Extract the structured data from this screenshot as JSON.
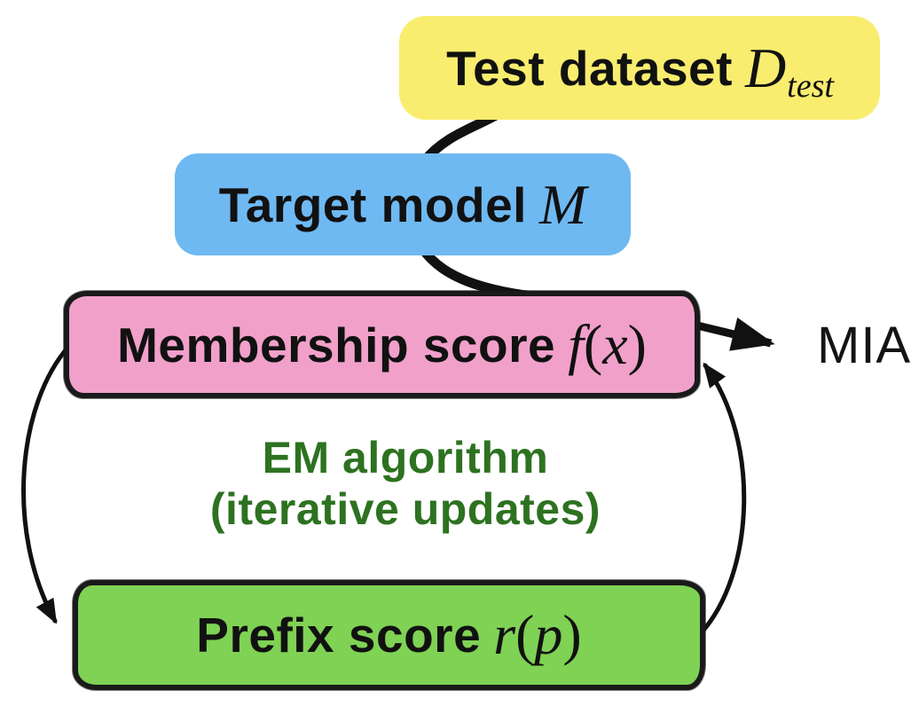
{
  "diagram": {
    "title_hint": "membership-inference pipeline diagram",
    "palette": {
      "background": "#ffffff",
      "test_dataset_fill": "#F9ED6F",
      "target_model_fill": "#6FB9F2",
      "membership_fill": "#F1A0CA",
      "prefix_fill": "#7FD254",
      "sketch_border": "#1a1a1a",
      "em_text_color": "#2D7220",
      "arrow_color": "#111111"
    },
    "boxes": {
      "test_dataset": {
        "label": "Test dataset",
        "math": "D",
        "subscript": "test"
      },
      "target_model": {
        "label": "Target model",
        "math": "M"
      },
      "membership_score": {
        "label": "Membership score",
        "fn": "f",
        "open": "(",
        "arg": "x",
        "close": ")"
      },
      "prefix_score": {
        "label": "Prefix score",
        "fn": "r",
        "open": "(",
        "arg": "p",
        "close": ")"
      }
    },
    "annotations": {
      "em_note_line1": "EM algorithm",
      "em_note_line2": "(iterative updates)",
      "mia_label": "MIA"
    },
    "arrows": [
      {
        "name": "test-dataset-to-target-model-connector",
        "style": "thick-line"
      },
      {
        "name": "target-model-to-membership-score-connector",
        "style": "thick-line"
      },
      {
        "name": "membership-score-to-mia-arrow",
        "style": "thick-arrow"
      },
      {
        "name": "membership-to-prefix-cycle-arrow-left",
        "style": "thin-curved-arrow"
      },
      {
        "name": "prefix-to-membership-cycle-arrow-right",
        "style": "thin-curved-arrow"
      }
    ]
  }
}
